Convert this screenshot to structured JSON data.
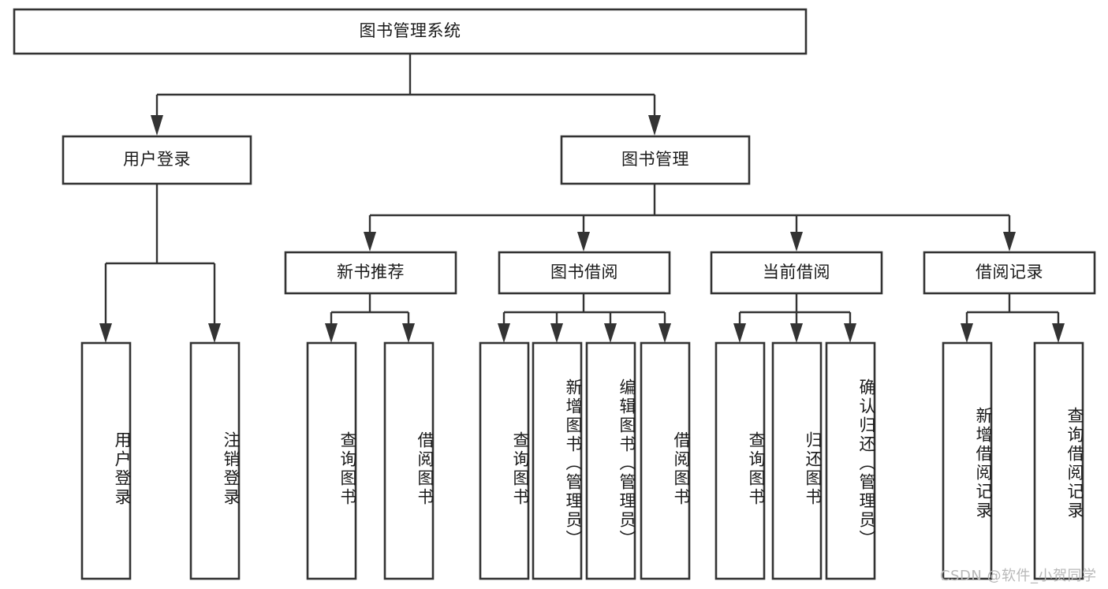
{
  "diagram": {
    "type": "tree-hierarchy",
    "title": "图书管理系统",
    "watermark": "CSDN @软件_小贺同学",
    "colors": {
      "stroke": "#333333",
      "fill": "#ffffff",
      "text": "#1a1a1a",
      "watermark": "#b8b8b8",
      "background": "#ffffff"
    },
    "nodes": {
      "root": {
        "label": "图书管理系统",
        "level": 0,
        "orientation": "horizontal"
      },
      "l1_user_login": {
        "label": "用户登录",
        "level": 1,
        "orientation": "horizontal"
      },
      "l1_book_manage": {
        "label": "图书管理",
        "level": 1,
        "orientation": "horizontal"
      },
      "l2_new_book_rec": {
        "label": "新书推荐",
        "level": 2,
        "orientation": "horizontal"
      },
      "l2_book_borrow": {
        "label": "图书借阅",
        "level": 2,
        "orientation": "horizontal"
      },
      "l2_current_borrow": {
        "label": "当前借阅",
        "level": 2,
        "orientation": "horizontal"
      },
      "l2_borrow_record": {
        "label": "借阅记录",
        "level": 2,
        "orientation": "horizontal"
      },
      "leaf_user_login": {
        "label": "用户登录",
        "level": 3,
        "orientation": "vertical"
      },
      "leaf_logout": {
        "label": "注销登录",
        "level": 3,
        "orientation": "vertical"
      },
      "leaf_query_book_1": {
        "label": "查询图书",
        "level": 3,
        "orientation": "vertical"
      },
      "leaf_borrow_book_1": {
        "label": "借阅图书",
        "level": 3,
        "orientation": "vertical"
      },
      "leaf_query_book_2": {
        "label": "查询图书",
        "level": 3,
        "orientation": "vertical"
      },
      "leaf_add_book": {
        "label": "新增图书（管理员）",
        "level": 3,
        "orientation": "vertical"
      },
      "leaf_edit_book": {
        "label": "编辑图书（管理员）",
        "level": 3,
        "orientation": "vertical"
      },
      "leaf_borrow_book_2": {
        "label": "借阅图书",
        "level": 3,
        "orientation": "vertical"
      },
      "leaf_query_book_3": {
        "label": "查询图书",
        "level": 3,
        "orientation": "vertical"
      },
      "leaf_return_book": {
        "label": "归还图书",
        "level": 3,
        "orientation": "vertical"
      },
      "leaf_confirm_return": {
        "label": "确认归还（管理员）",
        "level": 3,
        "orientation": "vertical"
      },
      "leaf_add_record": {
        "label": "新增借阅记录",
        "level": 3,
        "orientation": "vertical"
      },
      "leaf_query_record": {
        "label": "查询借阅记录",
        "level": 3,
        "orientation": "vertical"
      }
    },
    "edges": [
      {
        "from": "root",
        "to": "l1_user_login"
      },
      {
        "from": "root",
        "to": "l1_book_manage"
      },
      {
        "from": "l1_user_login",
        "to": "leaf_user_login"
      },
      {
        "from": "l1_user_login",
        "to": "leaf_logout"
      },
      {
        "from": "l1_book_manage",
        "to": "l2_new_book_rec"
      },
      {
        "from": "l1_book_manage",
        "to": "l2_book_borrow"
      },
      {
        "from": "l1_book_manage",
        "to": "l2_current_borrow"
      },
      {
        "from": "l1_book_manage",
        "to": "l2_borrow_record"
      },
      {
        "from": "l2_new_book_rec",
        "to": "leaf_query_book_1"
      },
      {
        "from": "l2_new_book_rec",
        "to": "leaf_borrow_book_1"
      },
      {
        "from": "l2_book_borrow",
        "to": "leaf_query_book_2"
      },
      {
        "from": "l2_book_borrow",
        "to": "leaf_add_book"
      },
      {
        "from": "l2_book_borrow",
        "to": "leaf_edit_book"
      },
      {
        "from": "l2_book_borrow",
        "to": "leaf_borrow_book_2"
      },
      {
        "from": "l2_current_borrow",
        "to": "leaf_query_book_3"
      },
      {
        "from": "l2_current_borrow",
        "to": "leaf_return_book"
      },
      {
        "from": "l2_current_borrow",
        "to": "leaf_confirm_return"
      },
      {
        "from": "l2_borrow_record",
        "to": "leaf_add_record"
      },
      {
        "from": "l2_borrow_record",
        "to": "leaf_query_record"
      }
    ]
  }
}
